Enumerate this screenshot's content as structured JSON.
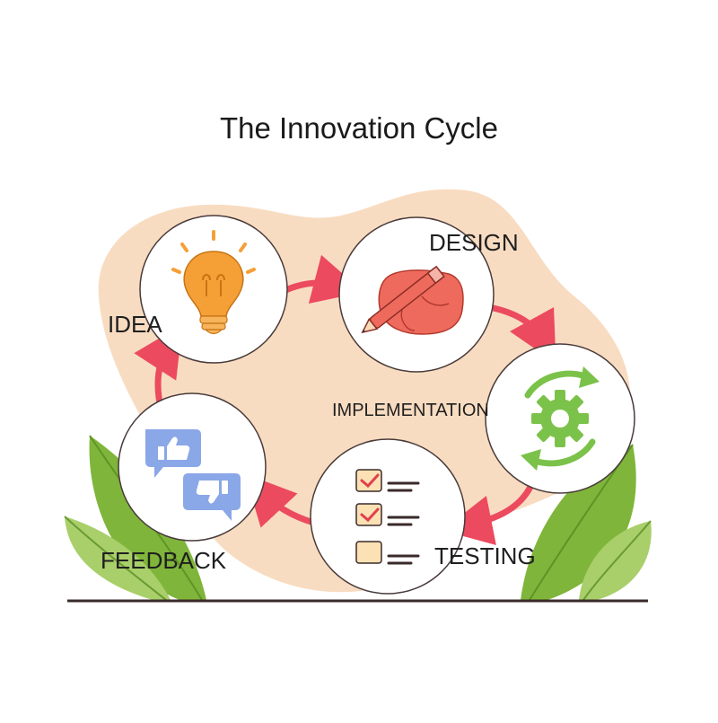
{
  "title": "The Innovation Cycle",
  "stages": {
    "idea": "IDEA",
    "design": "DESIGN",
    "implementation": "IMPLEMENTATION",
    "testing": "TESTING",
    "feedback": "FEEDBACK"
  },
  "colors": {
    "blob": "#f8dcc1",
    "arrow": "#ec4a5f",
    "bulb": "#f5a037",
    "hand": "#ee6a5c",
    "gear": "#7bc24a",
    "leaf": "#7fb53a",
    "bubble": "#8aa7e8",
    "checkbox": "#fbe1b4",
    "check": "#e0404e"
  }
}
